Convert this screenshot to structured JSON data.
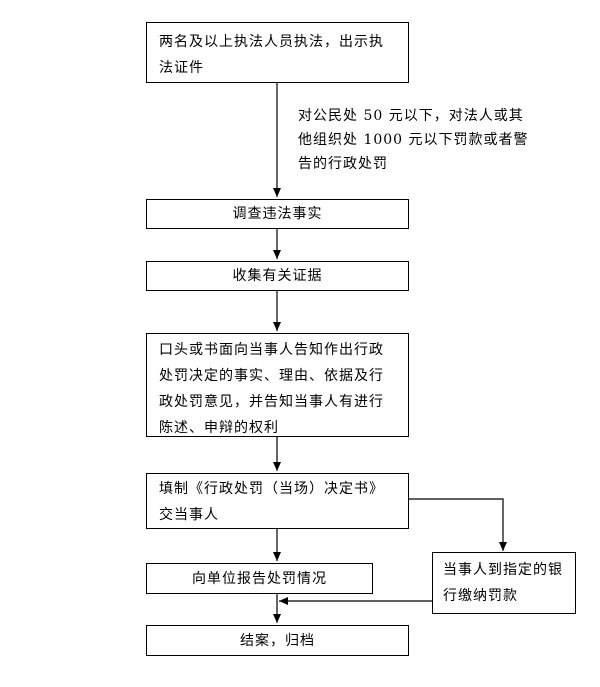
{
  "steps": {
    "s1": "两名及以上执法人员执法，出示执法证件",
    "note": "对公民处 50 元以下，对法人或其他组织处 1000 元以下罚款或者警告的行政处罚",
    "s2": "调查违法事实",
    "s3": "收集有关证据",
    "s4": "口头或书面向当事人告知作出行政处罚决定的事实、理由、依据及行政处罚意见，并告知当事人有进行陈述、申辩的权利",
    "s5": "填制《行政处罚（当场）决定书》交当事人",
    "s6": "向单位报告处罚情况",
    "s7": "当事人到指定的银行缴纳罚款",
    "s8": "结案，归档"
  }
}
